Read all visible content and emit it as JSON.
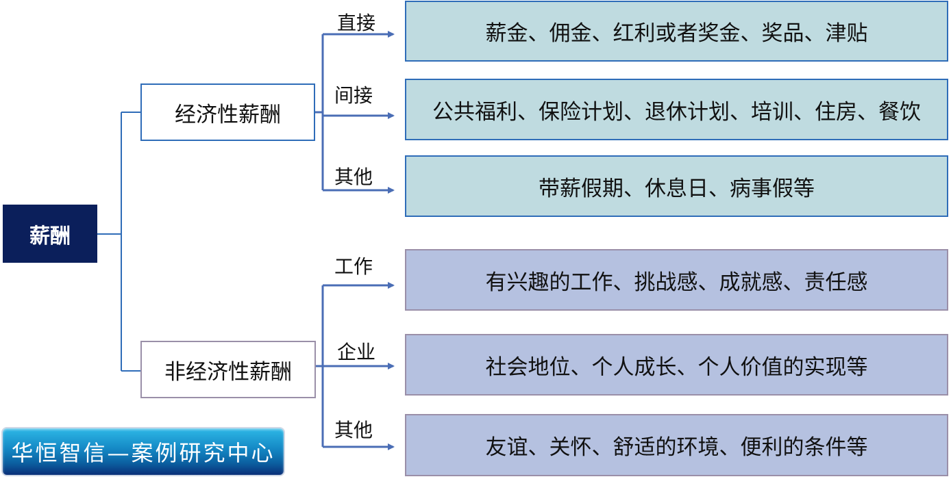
{
  "root": {
    "label": "薪酬"
  },
  "branches": [
    {
      "label": "经济性薪酬",
      "children": [
        {
          "label": "直接",
          "content": "薪金、佣金、红利或者奖金、奖品、津贴"
        },
        {
          "label": "间接",
          "content": "公共福利、保险计划、退休计划、培训、住房、餐饮"
        },
        {
          "label": "其他",
          "content": "带薪假期、休息日、病事假等"
        }
      ]
    },
    {
      "label": "非经济性薪酬",
      "children": [
        {
          "label": "工作",
          "content": "有兴趣的工作、挑战感、成就感、责任感"
        },
        {
          "label": "企业",
          "content": "社会地位、个人成长、个人价值的实现等"
        },
        {
          "label": "其他",
          "content": "友谊、关怀、舒适的环境、便利的条件等"
        }
      ]
    }
  ],
  "brand": {
    "label": "华恒智信—案例研究中心"
  },
  "colors": {
    "root_bg": "#0b1f5b",
    "economic_border": "#2e6cb8",
    "economic_fill": "#bfdbe0",
    "non_economic_border": "#9a8fa8",
    "non_economic_fill": "#b5c1e0",
    "connector": "#4a6db5"
  }
}
